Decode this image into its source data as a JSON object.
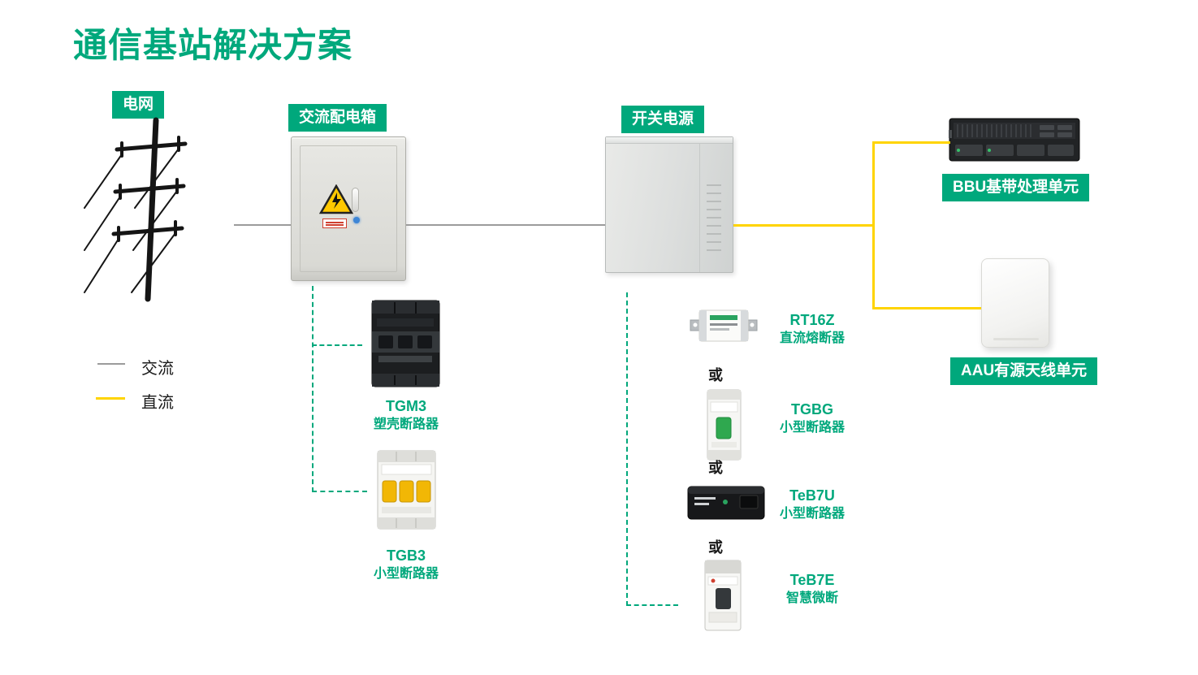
{
  "title": "通信基站解决方案",
  "nodes": {
    "grid": {
      "label": "电网"
    },
    "ac_box": {
      "label": "交流配电箱"
    },
    "power": {
      "label": "开关电源"
    },
    "bbu": {
      "label": "BBU基带处理单元"
    },
    "aau": {
      "label": "AAU有源天线单元"
    }
  },
  "legend": {
    "ac": "交流",
    "dc": "直流"
  },
  "or_label": "或",
  "products": {
    "tgm3": {
      "name": "TGM3",
      "desc": "塑壳断路器"
    },
    "tgb3": {
      "name": "TGB3",
      "desc": "小型断路器"
    },
    "rt16z": {
      "name": "RT16Z",
      "desc": "直流熔断器"
    },
    "tgbg": {
      "name": "TGBG",
      "desc": "小型断路器"
    },
    "teb7u": {
      "name": "TeB7U",
      "desc": "小型断路器"
    },
    "teb7e": {
      "name": "TeB7E",
      "desc": "智慧微断"
    }
  },
  "colors": {
    "accent_green": "#00A87C",
    "dc_yellow": "#FFD400",
    "ac_gray": "#9B9B9B"
  }
}
